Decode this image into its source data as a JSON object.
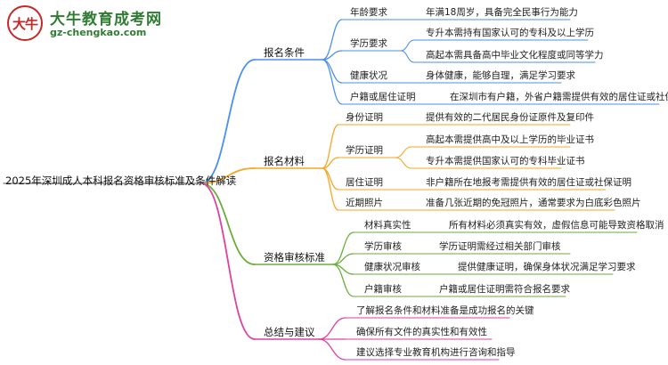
{
  "logo": {
    "mark": "大牛",
    "title": "大牛教育成考网",
    "url": "gz-chengkao.com"
  },
  "root": "2025年深圳成人本科报名资格审核标准及条件解读",
  "sections": [
    {
      "title": "报名条件",
      "color": "#4a8ff0",
      "items": [
        {
          "label": "年龄要求",
          "details": [
            "年满18周岁，具备完全民事行为能力"
          ]
        },
        {
          "label": "学历要求",
          "details": [
            "专升本需持有国家认可的专科及以上学历",
            "高起本需具备高中毕业文化程度或同等学力"
          ]
        },
        {
          "label": "健康状况",
          "details": [
            "身体健康，能够自理，满足学习要求"
          ]
        },
        {
          "label": "户籍或居住证明",
          "details": [
            "在深圳市有户籍，外省户籍需提供有效的居住证或社保证明"
          ]
        }
      ]
    },
    {
      "title": "报名材料",
      "color": "#f5a623",
      "items": [
        {
          "label": "身份证明",
          "details": [
            "提供有效的二代居民身份证原件及复印件"
          ]
        },
        {
          "label": "学历证明",
          "details": [
            "高起本需提供高中及以上学历的毕业证书",
            "专升本需提供国家认可的专科毕业证书"
          ]
        },
        {
          "label": "居住证明",
          "details": [
            "非户籍所在地报考需提供有效的居住证或社保证明"
          ]
        },
        {
          "label": "近期照片",
          "details": [
            "准备几张近期的免冠照片，通常要求为白底彩色照片"
          ]
        }
      ]
    },
    {
      "title": "资格审核标准",
      "color": "#6aae3a",
      "items": [
        {
          "label": "材料真实性",
          "details": [
            "所有材料必须真实有效，虚假信息可能导致资格取消"
          ]
        },
        {
          "label": "学历审核",
          "details": [
            "学历证明需经过相关部门审核"
          ]
        },
        {
          "label": "健康状况审核",
          "details": [
            "提供健康证明，确保身体状况满足学习要求"
          ]
        },
        {
          "label": "户籍审核",
          "details": [
            "户籍或居住证明需符合报名要求"
          ]
        }
      ]
    },
    {
      "title": "总结与建议",
      "color": "#e040a0",
      "items": [
        {
          "label": "了解报名条件和材料准备是成功报名的关键",
          "details": []
        },
        {
          "label": "确保所有文件的真实性和有效性",
          "details": []
        },
        {
          "label": "建议选择专业教育机构进行咨询和指导",
          "details": []
        }
      ]
    }
  ]
}
